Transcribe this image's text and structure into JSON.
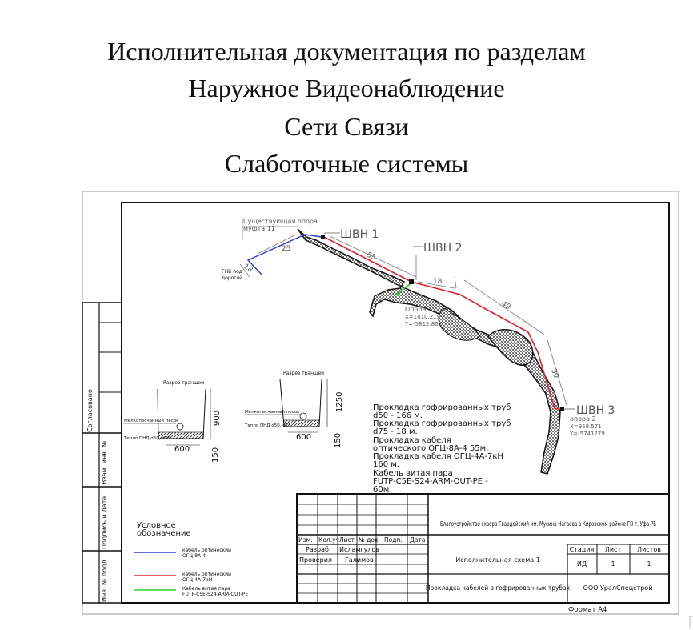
{
  "headings": [
    "Исполнительная документация по разделам",
    "Наружное Видеонаблюдение",
    "Сети Связи",
    "Слаботочные системы"
  ],
  "plan": {
    "existing_support": [
      "Существующая опора",
      "муфта 11"
    ],
    "gnb_label": [
      "ГНБ под",
      "дорогой"
    ],
    "dim_18a": "18",
    "dim_25": "25",
    "dim_55": "55",
    "dim_18b": "18",
    "dim_49": "49",
    "dim_30": "30",
    "cam1": "ШВН 1",
    "cam2": "ШВН 2",
    "cam3": "ШВН 3",
    "support1": [
      "Опора",
      "X=1010.219",
      "Y=-5812.863"
    ],
    "support2": [
      "опора 2",
      "X=958.571",
      "Y=-5741279"
    ]
  },
  "sections": {
    "left": {
      "title": "Разрез траншеи",
      "sand": "Мелкопесчанный песок",
      "pipe": "Тепло ПНД d50, d75",
      "depth": "900",
      "width": "600",
      "bottom": "150"
    },
    "right": {
      "title": "Разрез траншеи",
      "sand": "Мелкопесчанный песок",
      "pipe": "Тепло ПНД d50, d75",
      "depth": "1250",
      "width": "600",
      "bottom": "150"
    }
  },
  "notes": [
    "Прокладка гофрированных труб",
    "d50 - 166 м.",
    "Прокладка гофрированных труб",
    "d75 - 18 м.",
    "Прокладка кабеля",
    "оптического ОГЦ-8А-4  55м.",
    "Прокладка кабеля ОГЦ-4А-7кН",
    "160 м.",
    "Кабель витая пара",
    "FUTP-C5E-S24-ARM-OUT-PE -",
    "60м"
  ],
  "legend": {
    "title": [
      "Условное",
      "обозначение"
    ],
    "items": [
      {
        "label": [
          "кабель оптический",
          "ОГЦ-8А-4"
        ],
        "color": "#2a3bd0"
      },
      {
        "label": [
          "кабель оптический",
          "ОГЦ-4А-7кН"
        ],
        "color": "#e0202a"
      },
      {
        "label": [
          "Кабель витая пара",
          "FUTP-C5E-S24-ARM-OUT-PE"
        ],
        "color": "#2fd02f"
      }
    ]
  },
  "side_stamp": {
    "cells": [
      "Согласовано",
      "Взам. инв. №",
      "Подпись и дата",
      "Инв. № подл."
    ]
  },
  "title_block": {
    "headers": [
      "Изм.",
      "Кол.уч",
      "Лист",
      "№ док.",
      "Подп.",
      "Дата"
    ],
    "rows": [
      {
        "role": "Разраб",
        "name": "Исламгулов"
      },
      {
        "role": "Проверил",
        "name": "Галимов"
      }
    ],
    "project": "Благоустройство сквера Гвардейский им. Мусина Нагаева в Кировском районе ГО г. Уфа РБ",
    "sheet_title": "Исполнительная схема 1",
    "stage_headers": [
      "Стадия",
      "Лист",
      "Листов"
    ],
    "stage_values": [
      "ИД",
      "1",
      "1"
    ],
    "subject": "Прокладка кабелей в гофрированных трубах",
    "company": "ООО УралСпецстрой",
    "format": "Формат А4"
  }
}
